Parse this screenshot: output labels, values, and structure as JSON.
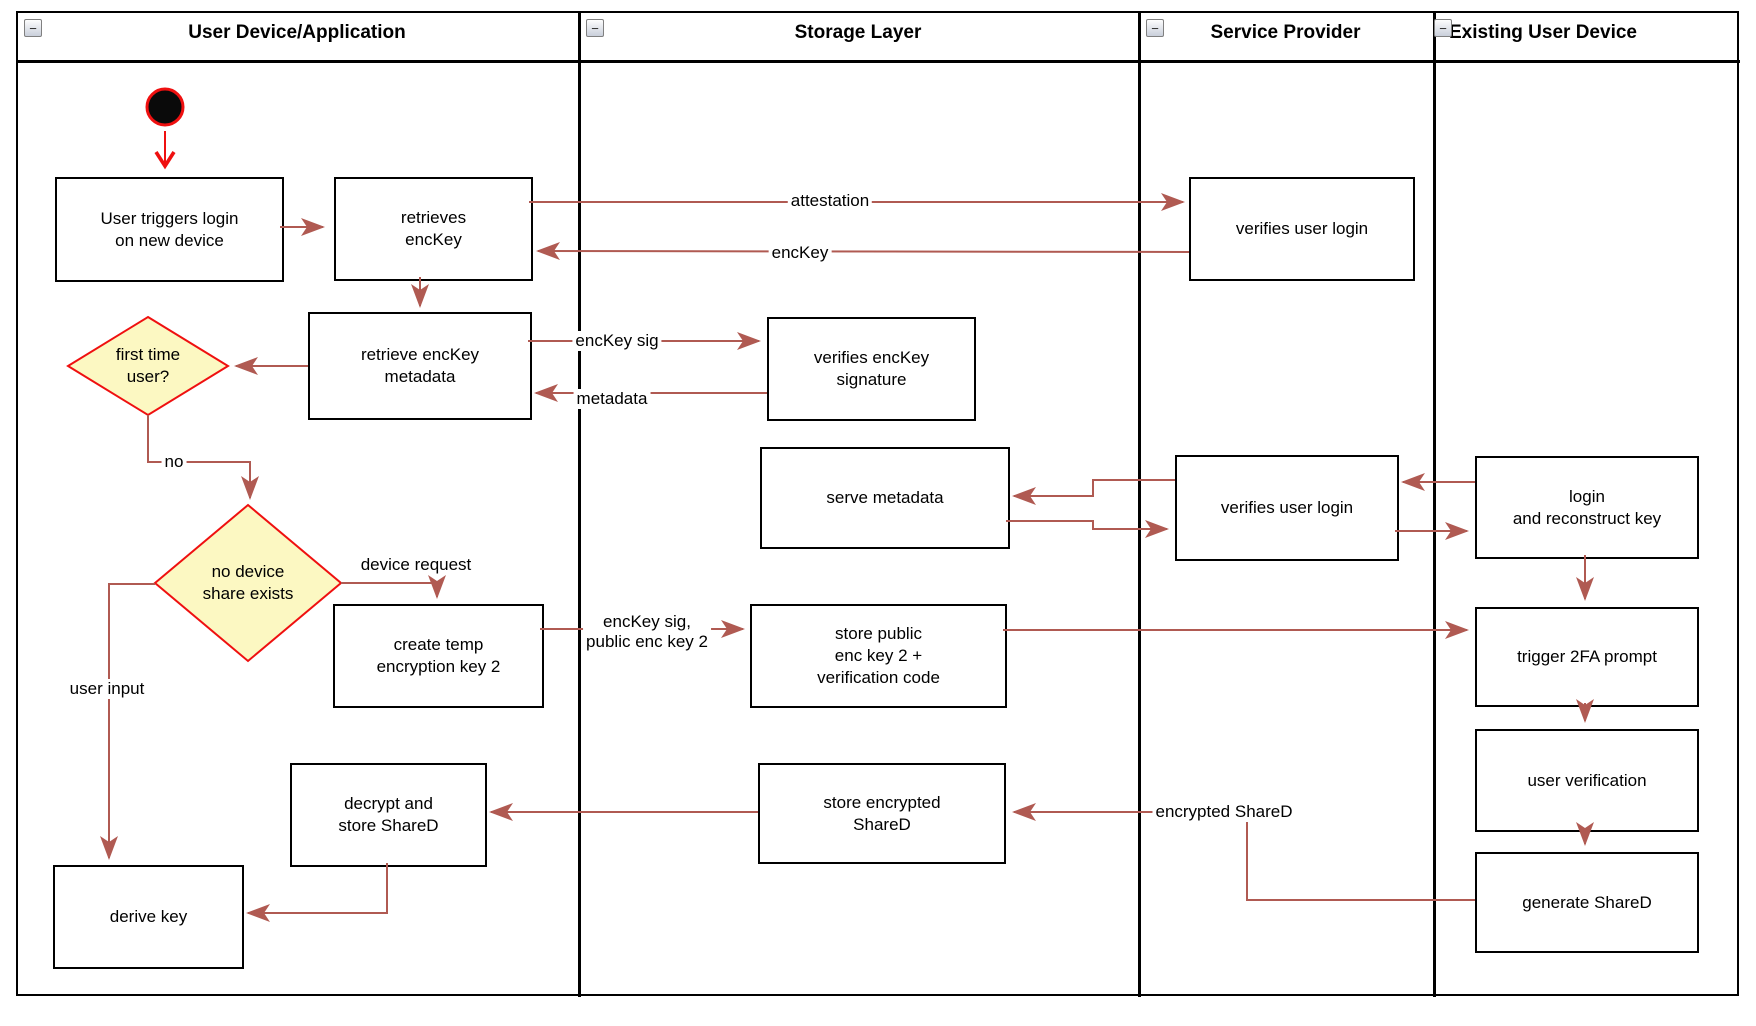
{
  "diagram_type": "uml-activity-swimlane",
  "colors": {
    "connector_red": "#b05a52",
    "accent_red": "#ef1010",
    "diamond_fill": "#fcf8c2",
    "node_border": "#000000",
    "node_fill": "#ffffff"
  },
  "collapse_glyph": "−",
  "lanes": [
    {
      "title": "User Device/Application"
    },
    {
      "title": "Storage Layer"
    },
    {
      "title": "Service Provider"
    },
    {
      "title": "Existing User Device"
    }
  ],
  "nodes": {
    "start": {
      "type": "initial-node"
    },
    "user_triggers": {
      "label": "User triggers login\non new device"
    },
    "retrieves_enckey": {
      "label": "retrieves\nencKey"
    },
    "retrieve_metadata": {
      "label": "retrieve encKey\nmetadata"
    },
    "first_time_user": {
      "label": "first time\nuser?",
      "shape": "decision"
    },
    "no_device_share": {
      "label": "no device\nshare exists",
      "shape": "decision"
    },
    "create_temp_key": {
      "label": "create temp\nencryption key 2"
    },
    "decrypt_store_shared": {
      "label": "decrypt and\nstore ShareD"
    },
    "derive_key": {
      "label": "derive key"
    },
    "verifies_enckey_sig": {
      "label": "verifies encKey\nsignature"
    },
    "serve_metadata": {
      "label": "serve metadata"
    },
    "store_public_key": {
      "label": "store public\nenc key 2 +\nverification code"
    },
    "store_encrypted_shared": {
      "label": "store encrypted\nShareD"
    },
    "verifies_user_login_1": {
      "label": "verifies user login"
    },
    "verifies_user_login_2": {
      "label": "verifies user login"
    },
    "login_reconstruct": {
      "label": "login\nand reconstruct key"
    },
    "trigger_2fa": {
      "label": "trigger 2FA prompt"
    },
    "user_verification": {
      "label": "user verification"
    },
    "generate_shared": {
      "label": "generate ShareD"
    }
  },
  "edge_labels": {
    "attestation": "attestation",
    "enckey": "encKey",
    "enckey_sig": "encKey sig",
    "metadata": "metadata",
    "no": "no",
    "device_request": "device request",
    "enckey_sig_public": "encKey sig,\npublic enc key 2",
    "user_input": "user input",
    "encrypted_shared": "encrypted ShareD"
  },
  "edges": [
    {
      "from": "start",
      "to": "user_triggers"
    },
    {
      "from": "user_triggers",
      "to": "retrieves_enckey"
    },
    {
      "from": "retrieves_enckey",
      "to": "verifies_user_login_1",
      "label": "attestation"
    },
    {
      "from": "verifies_user_login_1",
      "to": "retrieves_enckey",
      "label": "encKey"
    },
    {
      "from": "retrieves_enckey",
      "to": "retrieve_metadata"
    },
    {
      "from": "retrieve_metadata",
      "to": "first_time_user"
    },
    {
      "from": "retrieve_metadata",
      "to": "verifies_enckey_sig",
      "label": "encKey sig"
    },
    {
      "from": "verifies_enckey_sig",
      "to": "retrieve_metadata",
      "label": "metadata"
    },
    {
      "from": "first_time_user",
      "to": "no_device_share",
      "label": "no"
    },
    {
      "from": "no_device_share",
      "to": "create_temp_key",
      "label": "device request"
    },
    {
      "from": "no_device_share",
      "to": "derive_key",
      "label": "user input"
    },
    {
      "from": "create_temp_key",
      "to": "store_public_key",
      "label": "encKey sig, public enc key 2"
    },
    {
      "from": "store_public_key",
      "to": "trigger_2fa"
    },
    {
      "from": "verifies_user_login_2",
      "to": "serve_metadata"
    },
    {
      "from": "serve_metadata",
      "to": "verifies_user_login_2"
    },
    {
      "from": "login_reconstruct",
      "to": "verifies_user_login_2"
    },
    {
      "from": "verifies_user_login_2",
      "to": "login_reconstruct"
    },
    {
      "from": "login_reconstruct",
      "to": "trigger_2fa"
    },
    {
      "from": "trigger_2fa",
      "to": "user_verification"
    },
    {
      "from": "user_verification",
      "to": "generate_shared"
    },
    {
      "from": "generate_shared",
      "to": "store_encrypted_shared",
      "label": "encrypted ShareD"
    },
    {
      "from": "store_encrypted_shared",
      "to": "decrypt_store_shared"
    },
    {
      "from": "decrypt_store_shared",
      "to": "derive_key"
    }
  ]
}
